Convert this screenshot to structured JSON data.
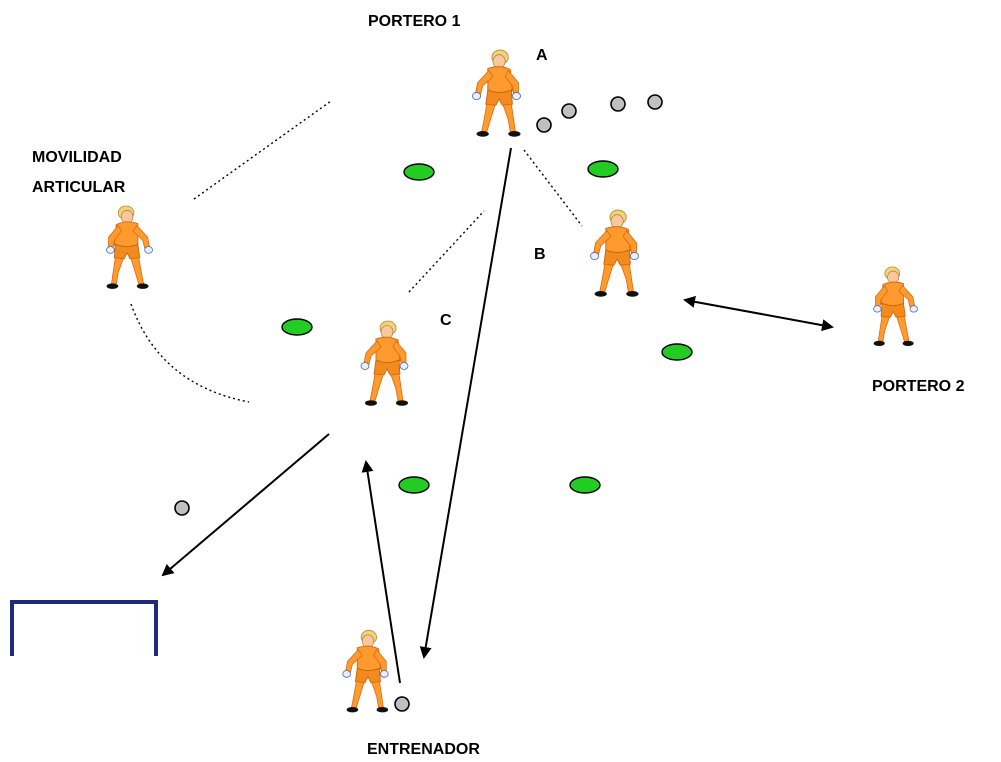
{
  "labels": {
    "portero1": "PORTERO 1",
    "portero2": "PORTERO 2",
    "movilidad_line1": "MOVILIDAD",
    "movilidad_line2": "ARTICULAR",
    "entrenador": "ENTRENADOR",
    "station_a": "A",
    "station_b": "B",
    "station_c": "C"
  },
  "colors": {
    "shirt": "#ff9a2e",
    "shirt_dark": "#d96a10",
    "skin": "#f6c89a",
    "hair": "#f2d27a",
    "cone": "#22cc22",
    "ball": "#c0c0c0",
    "goal": "#1f2a7a"
  },
  "icons": {
    "goalkeeper": "goalkeeper-figure-icon",
    "ball": "ball-icon",
    "cone": "cone-marker-icon",
    "goal": "goal-frame-icon"
  }
}
